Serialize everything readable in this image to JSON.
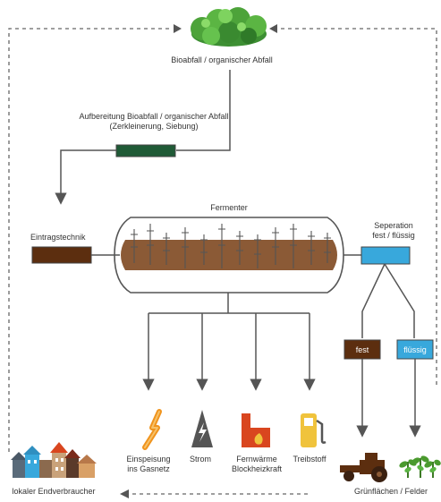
{
  "top": {
    "label": "Bioabfall / organischer Abfall",
    "icon": "lettuce-icon"
  },
  "preprocessing": {
    "title": "Aufbereitung Bioabfall / organischer Abfall",
    "subtitle": "(Zerkleinerung, Siebung)",
    "color": "#1f5a36"
  },
  "feed": {
    "label": "Eintragstechnik",
    "color": "#5c2e0f"
  },
  "fermenter": {
    "label": "Fermenter",
    "fill_color": "#8b5a36"
  },
  "separation": {
    "line1": "Seperation",
    "line2": "fest / flüssig",
    "color": "#38a8dc"
  },
  "split": {
    "solid": "fest",
    "liquid": "flüssig",
    "solid_color": "#5c2e0f",
    "liquid_color": "#38a8dc"
  },
  "outputs": [
    {
      "line1": "Einspeisung",
      "line2": "ins Gasnetz",
      "icon": "gas-grid-icon"
    },
    {
      "line1": "Strom",
      "line2": "",
      "icon": "power-pylon-icon"
    },
    {
      "line1": "Fernwärme",
      "line2": "Blockheizkraft",
      "icon": "district-heating-icon"
    },
    {
      "line1": "Treibstoff",
      "line2": "",
      "icon": "fuel-pump-icon"
    }
  ],
  "consumers": {
    "label": "lokaler Endverbraucher",
    "icon": "houses-icon"
  },
  "fields": {
    "label": "Grünflächen / Felder",
    "tractor_icon": "tractor-icon",
    "plants_icon": "plants-icon"
  },
  "colors": {
    "line": "#555555",
    "dashed": "#666666",
    "orange": "#f0941e",
    "brick": "#d9461f",
    "yellow": "#f0c33c",
    "gray_icon": "#555555",
    "green": "#4a9a2e"
  }
}
